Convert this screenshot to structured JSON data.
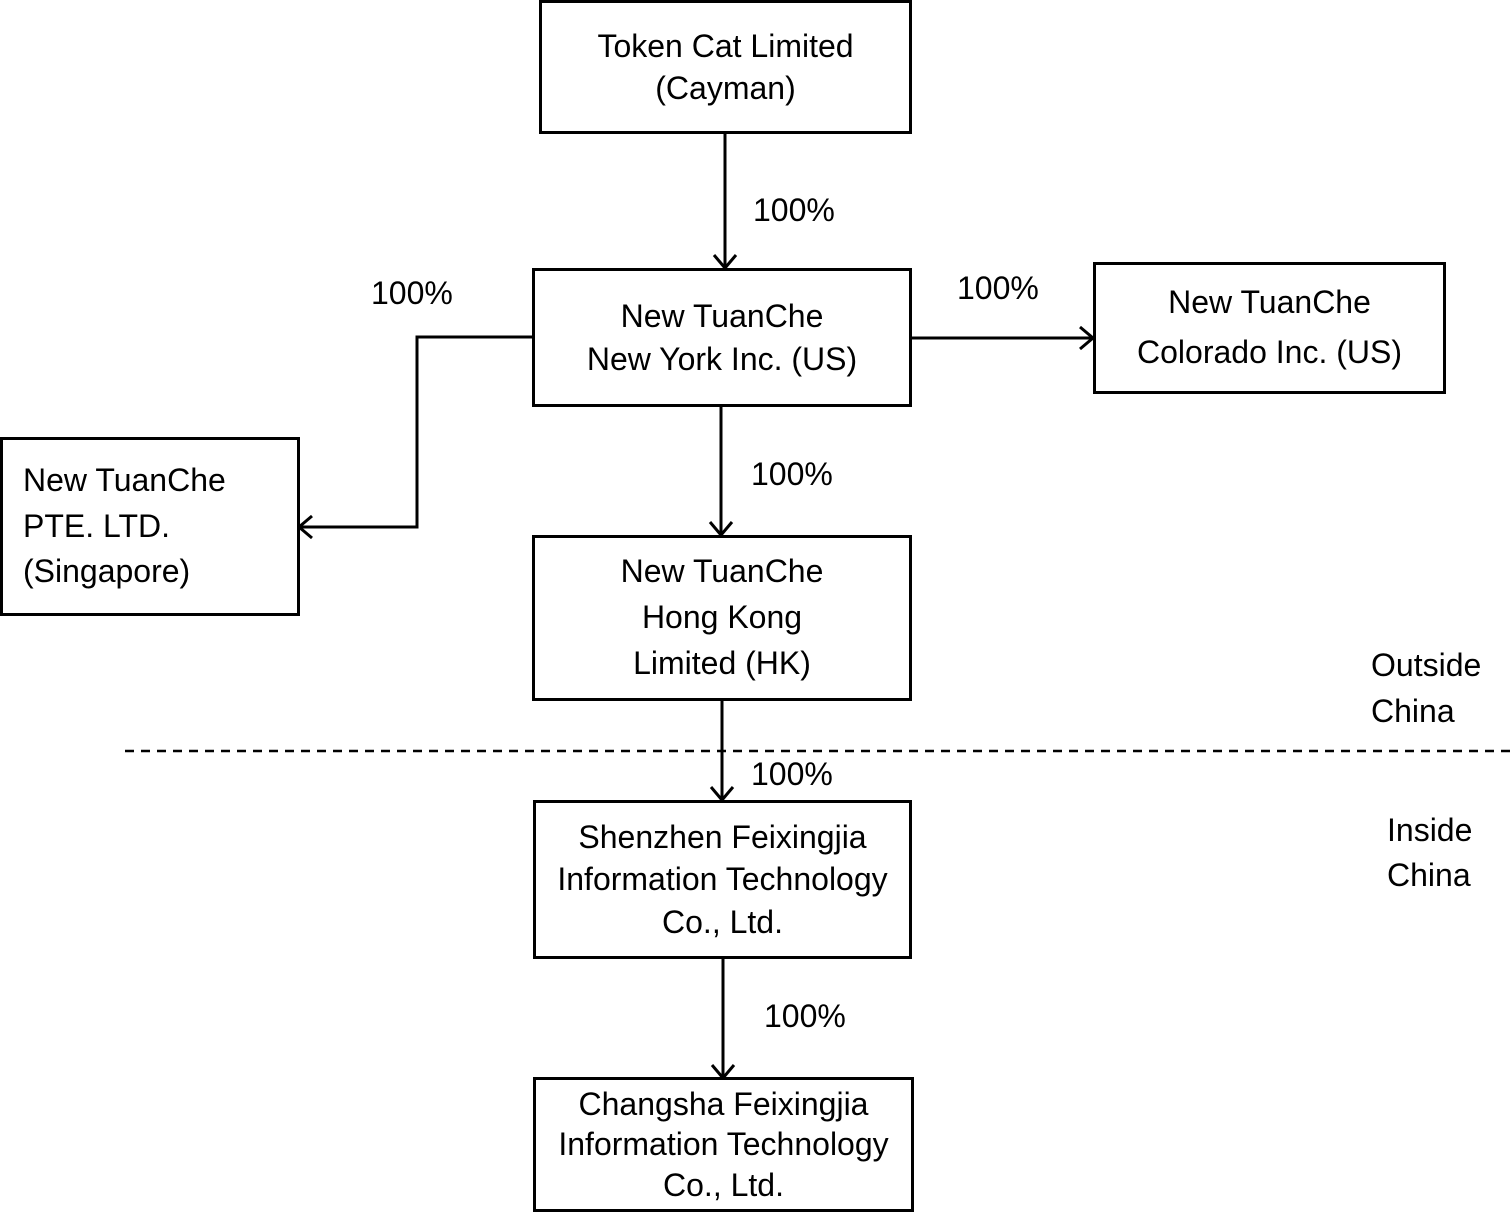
{
  "entities": {
    "token_cat": [
      "Token Cat Limited",
      "(Cayman)"
    ],
    "ny": [
      "New TuanChe",
      "New York Inc. (US)"
    ],
    "colorado": [
      "New TuanChe",
      "Colorado Inc. (US)"
    ],
    "singapore": [
      "New TuanChe",
      "PTE. LTD.",
      "(Singapore)"
    ],
    "hk": [
      "New TuanChe",
      "Hong Kong",
      "Limited (HK)"
    ],
    "shenzhen": [
      "Shenzhen Feixingjia",
      "Information Technology",
      "Co., Ltd."
    ],
    "changsha": [
      "Changsha Feixingjia",
      "Information Technology",
      "Co., Ltd."
    ]
  },
  "ownership": {
    "token_cat_to_ny": "100%",
    "ny_to_singapore": "100%",
    "ny_to_colorado": "100%",
    "ny_to_hk": "100%",
    "hk_to_shenzhen": "100%",
    "shenzhen_to_changsha": "100%"
  },
  "regions": {
    "outside": [
      "Outside",
      "China"
    ],
    "inside": [
      "Inside",
      "China"
    ]
  }
}
